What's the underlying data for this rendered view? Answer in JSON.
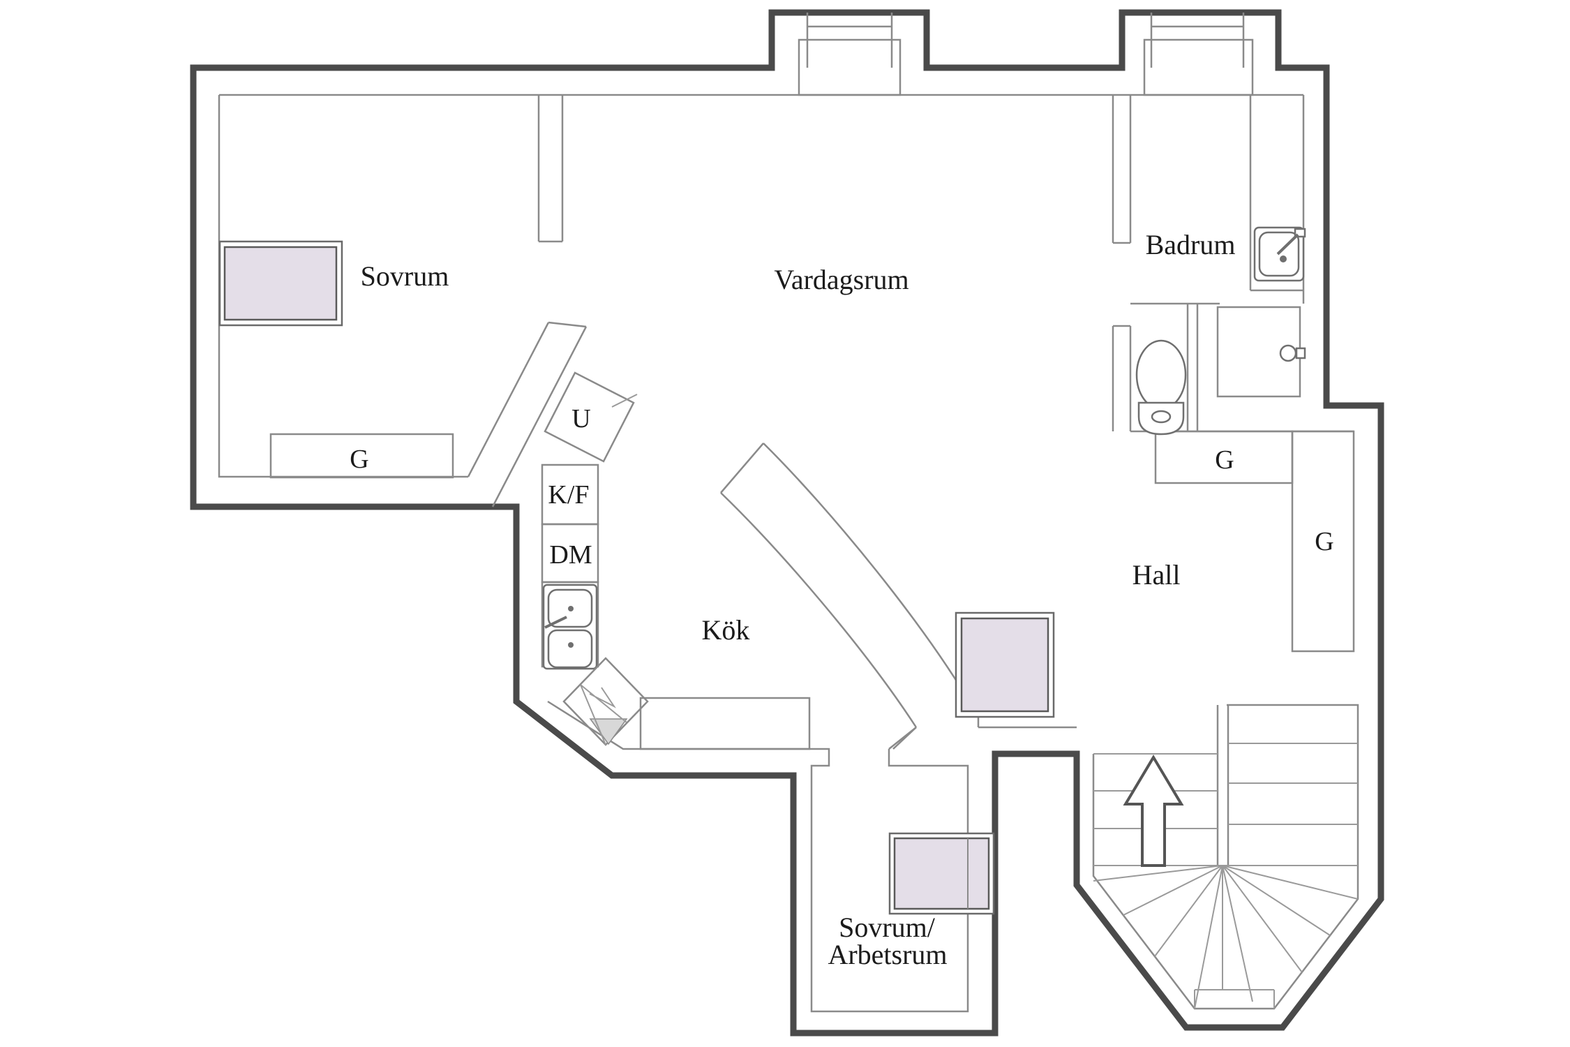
{
  "rooms": {
    "sovrum": "Sovrum",
    "vardagsrum": "Vardagsrum",
    "badrum": "Badrum",
    "kok": "Kök",
    "hall": "Hall",
    "sovrum_arbetsrum_line1": "Sovrum/",
    "sovrum_arbetsrum_line2": "Arbetsrum"
  },
  "storage": {
    "closets": [
      {
        "location": "sovrum",
        "label": "G"
      },
      {
        "location": "hall-top",
        "label": "G"
      },
      {
        "location": "hall-right",
        "label": "G"
      }
    ]
  },
  "appliances": {
    "oven": "U",
    "fridge_freezer": "K/F",
    "dishwasher": "DM"
  },
  "colors": {
    "background": "#ffffff",
    "outer_wall": "#4a4a4a",
    "inner_line": "#8a8a8a",
    "accent_fill": "#e4dee8",
    "shade_fill": "#d8d8d8",
    "text": "#1b1b1b"
  }
}
